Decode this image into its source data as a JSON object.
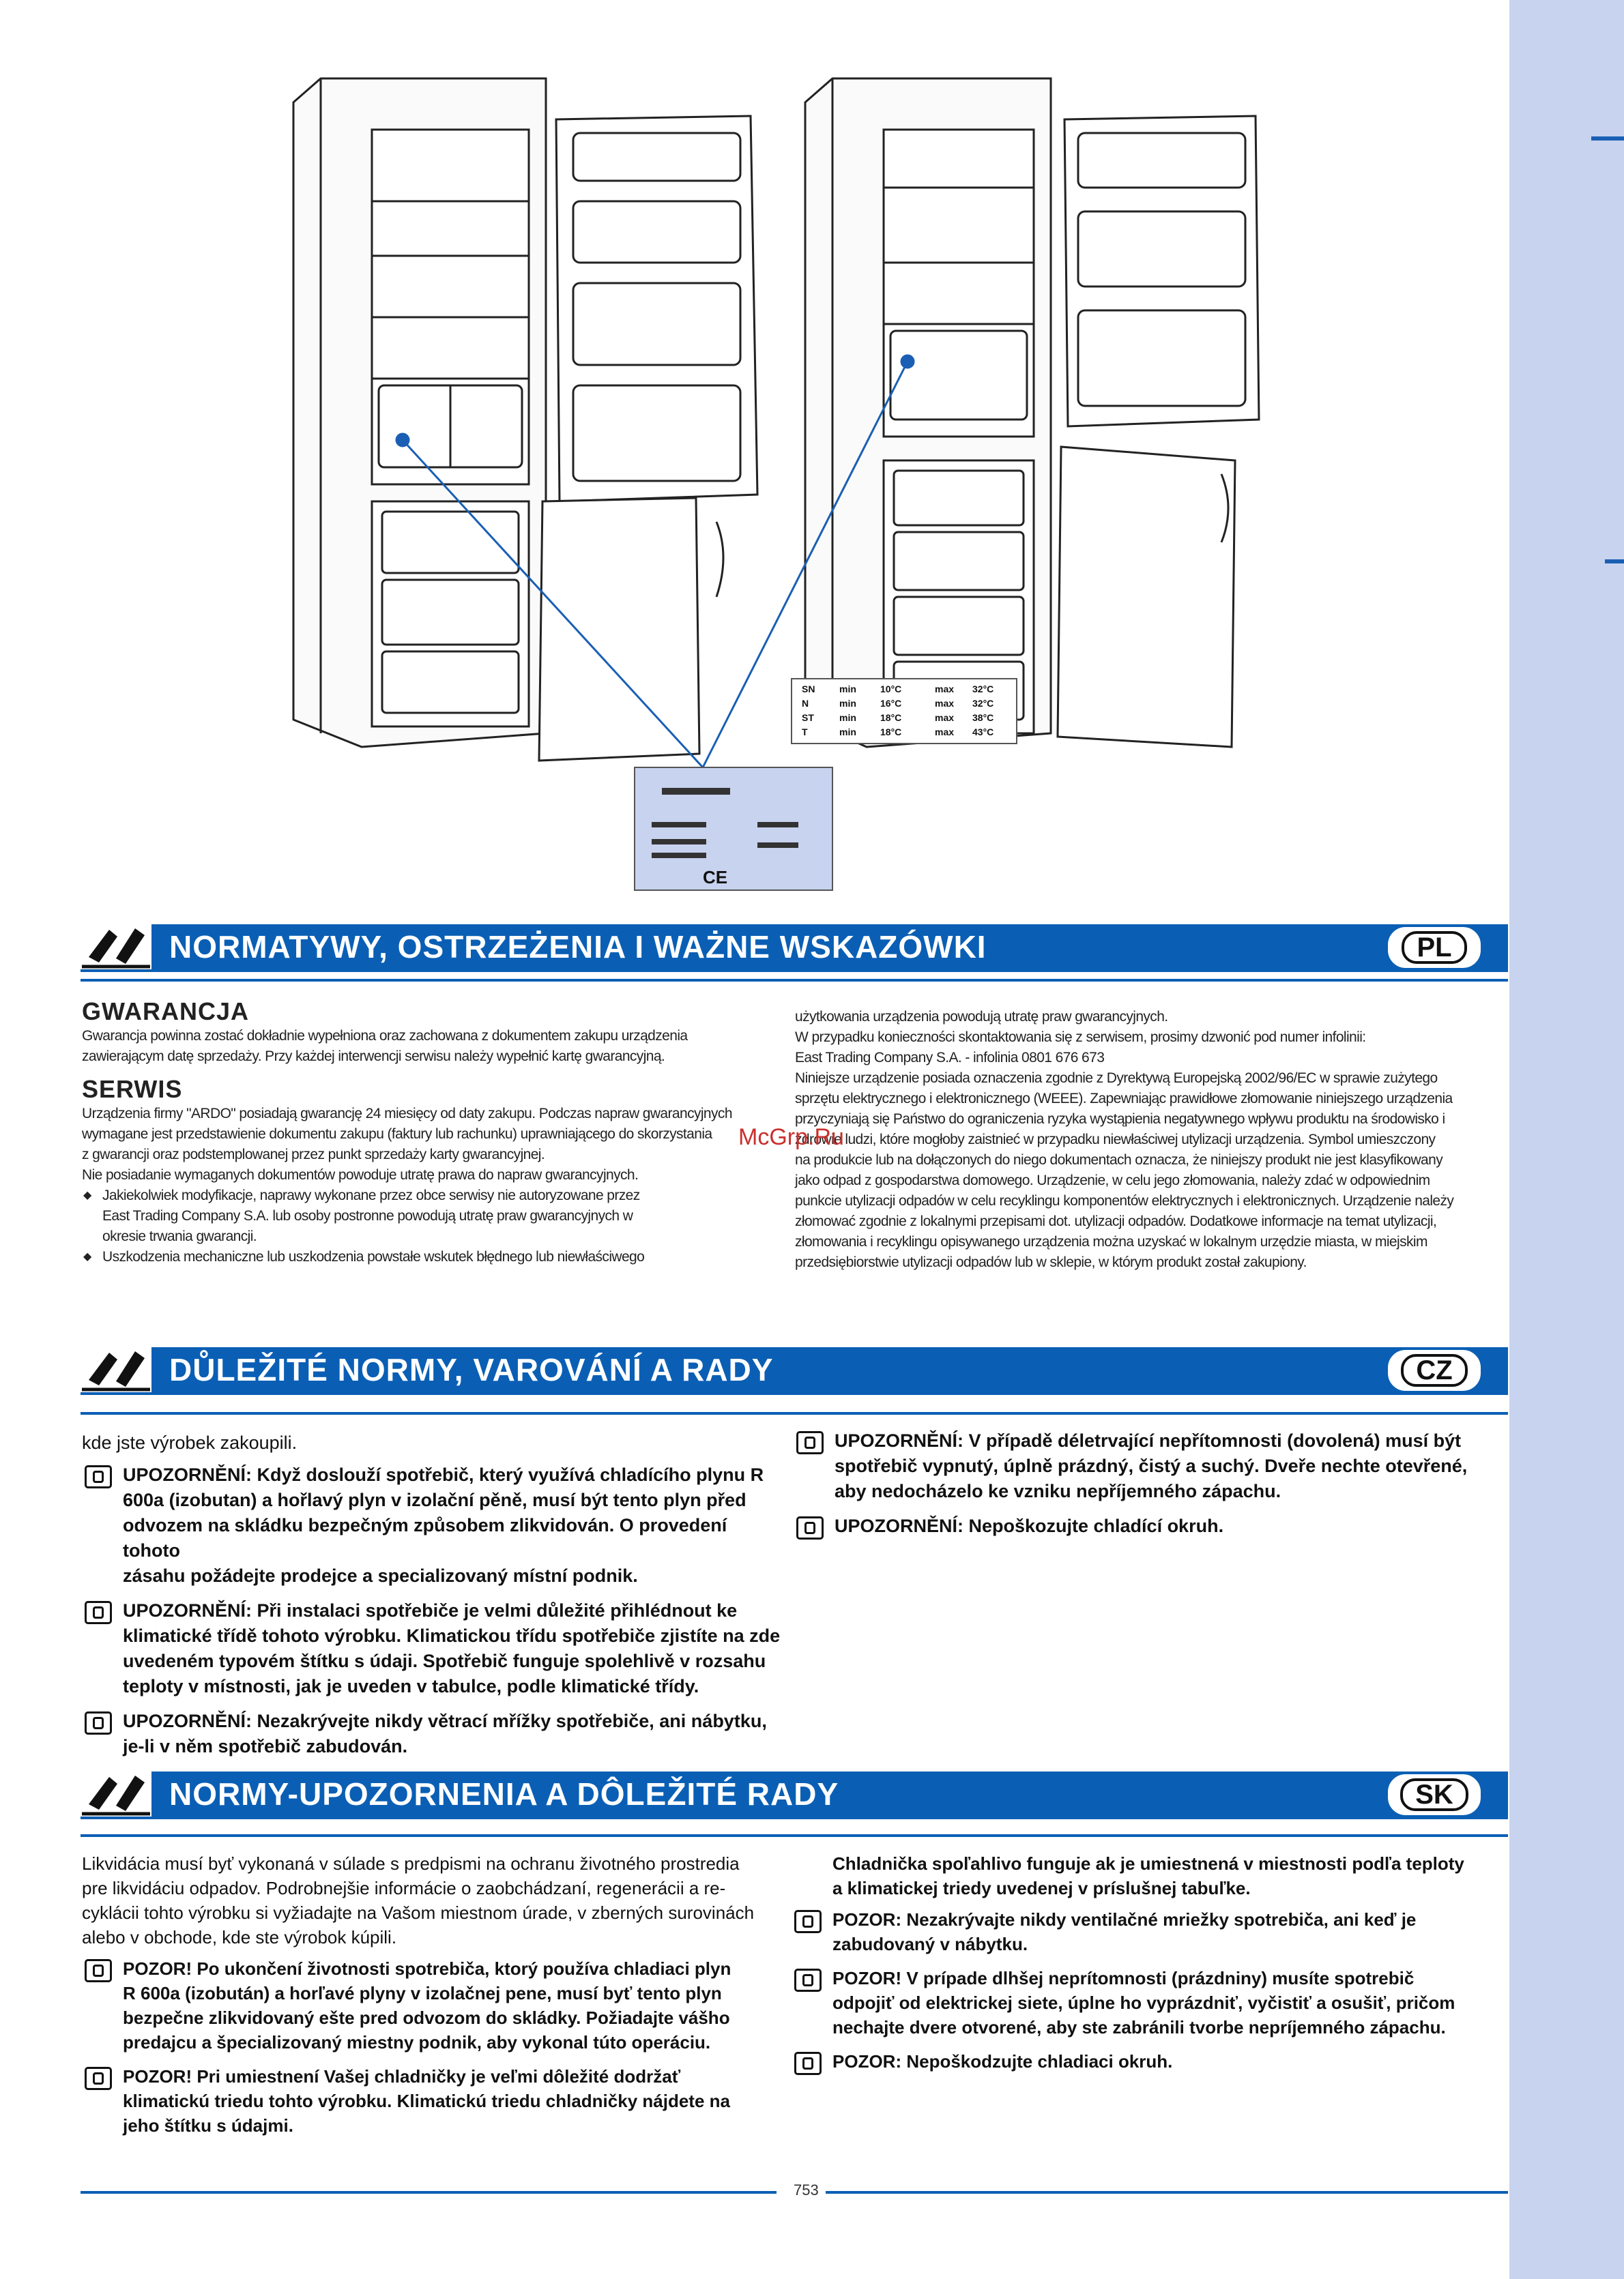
{
  "watermark": "McGrp.Ru",
  "page_number": "753",
  "colors": {
    "accent": "#0a5fb5",
    "sidebar": "#c8d3ef"
  },
  "illustration": {
    "label_ce": "CE",
    "climate_table": [
      [
        "SN",
        "min",
        "10°C",
        "max",
        "32°C"
      ],
      [
        "N",
        "min",
        "16°C",
        "max",
        "32°C"
      ],
      [
        "ST",
        "min",
        "18°C",
        "max",
        "38°C"
      ],
      [
        "T",
        "min",
        "18°C",
        "max",
        "43°C"
      ]
    ]
  },
  "pl": {
    "banner_title": "NORMATYWY, OSTRZEŻENIA I WAŻNE WSKAZÓWKI",
    "lang": "PL",
    "gwarancja_heading": "GWARANCJA",
    "gwarancja_lines": [
      "Gwarancja powinna zostać dokładnie wypełniona oraz zachowana z dokumentem zakupu urządzenia",
      "zawierającym datę sprzedaży. Przy każdej interwencji serwisu należy wypełnić kartę gwarancyjną."
    ],
    "serwis_heading": "SERWIS",
    "serwis_lines": [
      "Urządzenia firmy \"ARDO\" posiadają gwarancję 24 miesięcy od daty zakupu. Podczas napraw gwarancyjnych",
      "wymagane jest przedstawienie dokumentu zakupu (faktury lub rachunku) uprawniającego do skorzystania",
      "z gwarancji oraz podstemplowanej przez punkt sprzedaży karty gwarancyjnej.",
      "Nie posiadanie wymaganych dokumentów powoduje utratę prawa do napraw gwarancyjnych."
    ],
    "bullet_1_lines": [
      "Jakiekolwiek modyfikacje, naprawy wykonane przez obce serwisy nie autoryzowane przez",
      "East Trading Company S.A. lub osoby postronne powodują utratę praw gwarancyjnych w",
      "okresie trwania gwarancji."
    ],
    "bullet_2_lines": [
      "Uszkodzenia mechaniczne lub uszkodzenia powstałe wskutek błędnego lub niewłaściwego"
    ],
    "right_lines": [
      "użytkowania urządzenia powodują utratę praw gwarancyjnych.",
      "W przypadku konieczności skontaktowania się z serwisem, prosimy dzwonić pod numer infolinii:",
      "East Trading Company S.A. - infolinia 0801 676 673",
      "Niniejsze urządzenie posiada oznaczenia zgodnie z Dyrektywą Europejską 2002/96/EC w sprawie zużytego",
      "sprzętu elektrycznego i elektronicznego (WEEE). Zapewniając prawidłowe złomowanie niniejszego urządzenia",
      "przyczyniają się Państwo do ograniczenia ryzyka wystąpienia negatywnego wpływu produktu na środowisko i",
      "zdrowie ludzi, które mogłoby zaistnieć w przypadku niewłaściwej utylizacji urządzenia. Symbol umieszczony",
      "na produkcie lub na dołączonych do niego dokumentach oznacza, że niniejszy produkt nie jest klasyfikowany",
      "jako odpad z gospodarstwa domowego. Urządzenie, w celu jego złomowania, należy zdać w odpowiednim",
      "punkcie utylizacji odpadów w celu recyklingu komponentów elektrycznych i elektronicznych. Urządzenie należy",
      "złomować zgodnie z lokalnymi przepisami dot. utylizacji odpadów. Dodatkowe informacje na temat utylizacji,",
      "złomowania i recyklingu opisywanego urządzenia można uzyskać w lokalnym urzędzie miasta, w miejskim",
      "przedsiębiorstwie utylizacji odpadów lub w sklepie, w którym produkt został zakupiony."
    ]
  },
  "cz": {
    "banner_title": "DŮLEŽITÉ NORMY, VAROVÁNÍ A RADY",
    "lang": "CZ",
    "intro": "kde jste výrobek zakoupili.",
    "left_warnings": [
      [
        "UPOZORNĚNÍ: Když doslouží spotřebič, který využívá chladícího plynu R",
        "600a (izobutan) a hořlavý plyn v izolační pěně, musí být tento plyn před",
        "odvozem na skládku bezpečným způsobem zlikvidován. O provedení tohoto",
        "zásahu požádejte prodejce a specializovaný místní podnik."
      ],
      [
        "UPOZORNĚNÍ: Při instalaci spotřebiče je velmi důležité přihlédnout ke",
        "klimatické třídě tohoto výrobku. Klimatickou třídu spotřebiče zjistíte na zde",
        "uvedeném typovém štítku s údaji. Spotřebič funguje spolehlivě v rozsahu",
        "teploty v místnosti, jak je uveden v tabulce, podle klimatické třídy."
      ],
      [
        "UPOZORNĚNÍ: Nezakrývejte nikdy větrací mřížky spotřebiče, ani nábytku,",
        "je-li v něm spotřebič zabudován."
      ]
    ],
    "right_warnings": [
      [
        "UPOZORNĚNÍ: V případě déletrvající nepřítomnosti (dovolená) musí být",
        "spotřebič vypnutý, úplně prázdný, čistý a suchý. Dveře nechte otevřené,",
        "aby nedocházelo ke vzniku nepříjemného zápachu."
      ],
      [
        "UPOZORNĚNÍ: Nepoškozujte chladící okruh."
      ]
    ]
  },
  "sk": {
    "banner_title": "NORMY-UPOZORNENIA A DÔLEŽITÉ RADY",
    "lang": "SK",
    "intro_lines": [
      "Likvidácia musí byť vykonaná v súlade s predpismi na ochranu životného prostredia",
      "pre likvidáciu odpadov. Podrobnejšie informácie o zaobchádzaní, regenerácii a re-",
      "cyklácii tohto výrobku si vyžiadajte na Vašom miestnom úrade, v zberných surovinách",
      "alebo v obchode, kde ste výrobok kúpili."
    ],
    "left_warnings": [
      [
        "POZOR! Po ukončení životnosti spotrebiča, ktorý používa chladiaci plyn",
        "R 600a (izobután) a horľavé plyny v izolačnej pene, musí byť tento plyn",
        "bezpečne zlikvidovaný ešte pred odvozom do skládky. Požiadajte vášho",
        "predajcu a špecializovaný miestny podnik, aby vykonal túto operáciu."
      ],
      [
        "POZOR! Pri umiestnení Vašej chladničky je veľmi dôležité dodržať",
        "klimatickú triedu tohto výrobku. Klimatickú triedu chladničky nájdete na",
        "jeho štítku s údajmi."
      ]
    ],
    "right_intro_lines": [
      "Chladnička spoľahlivo funguje ak je umiestnená v miestnosti podľa teploty",
      "a klimatickej triedy uvedenej v príslušnej tabuľke."
    ],
    "right_warnings": [
      [
        "POZOR: Nezakrývajte nikdy ventilačné mriežky spotrebiča, ani keď je",
        "zabudovaný v nábytku."
      ],
      [
        "POZOR! V prípade dlhšej neprítomnosti (prázdniny) musíte spotrebič",
        "odpojiť od elektrickej siete, úplne ho vyprázdniť, vyčistiť a osušiť, pričom",
        "nechajte dvere otvorené, aby ste zabránili tvorbe nepríjemného zápachu."
      ],
      [
        "POZOR: Nepoškodzujte chladiaci okruh."
      ]
    ]
  }
}
